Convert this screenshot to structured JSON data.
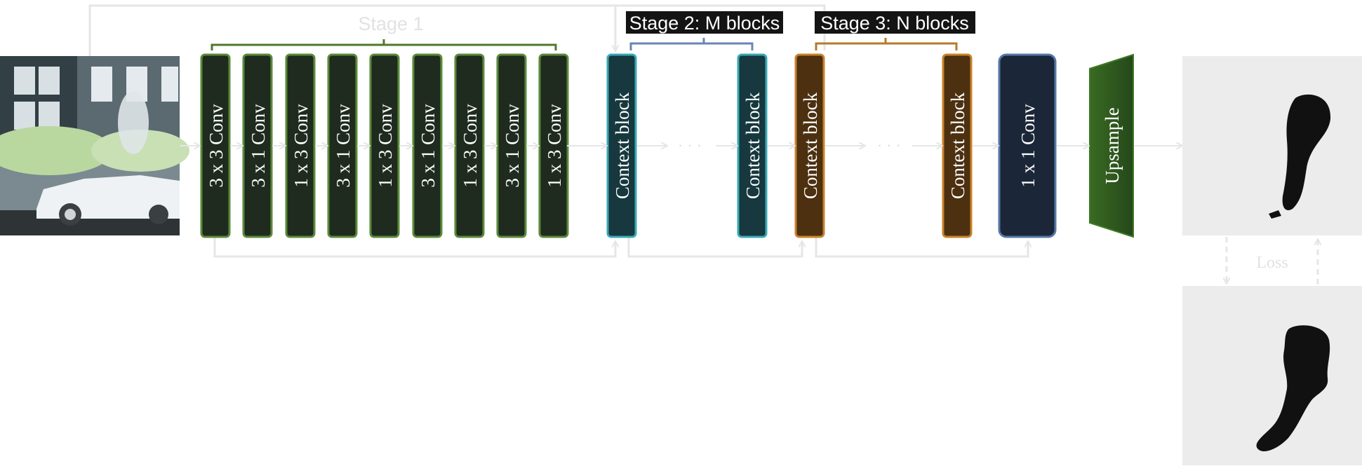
{
  "stages": {
    "stage1": "Stage 1",
    "stage2": "Stage 2: M blocks",
    "stage3": "Stage 3: N  blocks"
  },
  "stage1_blocks": [
    {
      "label": "3 x 3 Conv"
    },
    {
      "label": "3 x 1 Conv"
    },
    {
      "label": "1 x 3 Conv"
    },
    {
      "label": "3 x 1 Conv"
    },
    {
      "label": "1 x 3 Conv"
    },
    {
      "label": "3 x 1 Conv"
    },
    {
      "label": "1 x 3 Conv"
    },
    {
      "label": "3 x 1 Conv"
    },
    {
      "label": "1 x 3 Conv"
    }
  ],
  "stage2_blocks": [
    {
      "label": "Context block"
    },
    {
      "label": "Context block"
    }
  ],
  "stage3_blocks": [
    {
      "label": "Context block"
    },
    {
      "label": "Context block"
    }
  ],
  "final_conv": "1 x 1 Conv",
  "upsample": "Upsample",
  "ellipsis": "· · ·",
  "loss": "Loss",
  "colors": {
    "stage1_fill": "#1e2b1e",
    "stage1_border": "#5a8a3a",
    "stage2_fill": "#16383e",
    "stage2_border": "#3aa9b4",
    "stage3_fill": "#4c3010",
    "stage3_border": "#c9822a",
    "final_fill": "#1b2638",
    "final_border": "#5577a8",
    "upsample_fill": "#2f5a1c",
    "stage1_brace": "#4e7a2c",
    "stage2_brace": "#6a85b5",
    "stage3_brace": "#b57a2a",
    "connector": "#e6e6e6",
    "label_bg": "#141414"
  }
}
